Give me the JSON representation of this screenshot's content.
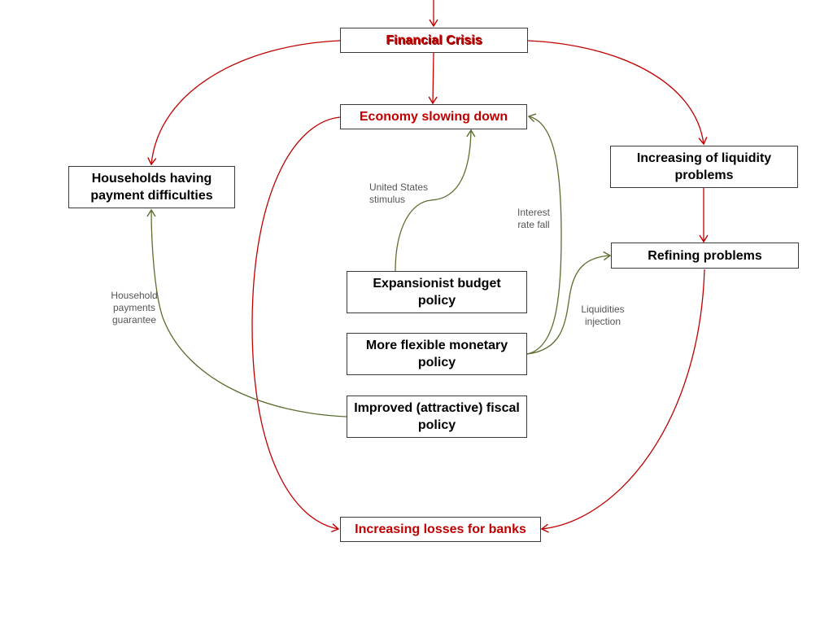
{
  "colors": {
    "red_arrow": "#c00000",
    "green_arrow": "#5a6e2e",
    "red_text": "#c00000",
    "box_border": "#3a3a3a"
  },
  "nodes": {
    "financial_crisis": "Financial Crisis",
    "economy_slowing": "Economy slowing down",
    "households": "Households having payment difficulties",
    "liquidity": "Increasing of liquidity problems",
    "refining": "Refining problems",
    "expansionist": "Expansionist budget policy",
    "monetary": "More flexible monetary policy",
    "fiscal": "Improved (attractive) fiscal policy",
    "losses": "Increasing losses for banks"
  },
  "labels": {
    "us_stimulus": "United States stimulus",
    "interest_rate_fall": "Interest rate fall",
    "household_guarantee": "Household payments guarantee",
    "liquidities_injection": "Liquidities injection"
  }
}
